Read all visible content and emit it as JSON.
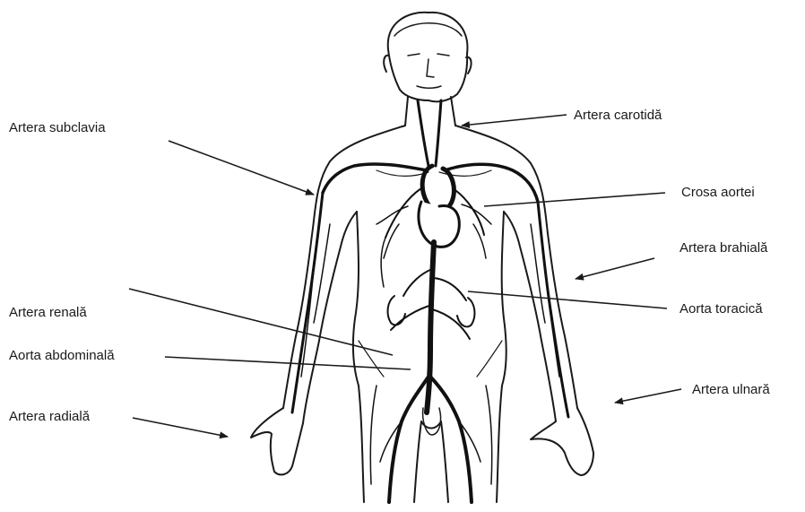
{
  "labels": {
    "subclavia": "Artera subclavia",
    "carotida": "Artera carotidă",
    "crosa": "Crosa aortei",
    "brahiala": "Artera brahială",
    "toracica": "Aorta toracică",
    "renala": "Artera renală",
    "abdominala": "Aorta abdominală",
    "ulnara": "Artera ulnară",
    "radiala": "Artera radială"
  },
  "colors": {
    "ink": "#1a1a1a",
    "vessel": "#111111",
    "background": "#ffffff"
  }
}
